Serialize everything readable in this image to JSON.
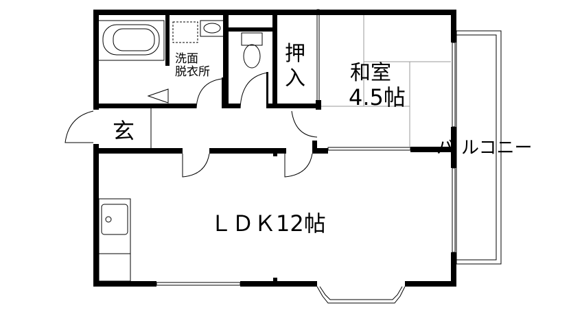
{
  "floor_plan": {
    "rooms": {
      "washroom": {
        "line1": "洗面",
        "line2": "脱衣所"
      },
      "closet": {
        "line1": "押",
        "line2": "入"
      },
      "japanese_room": {
        "line1": "和室",
        "line2": "4.5帖"
      },
      "entrance": "玄",
      "ldk": "ＬＤＫ12帖",
      "balcony_prefix": "バ",
      "balcony": "ルコニー"
    }
  }
}
